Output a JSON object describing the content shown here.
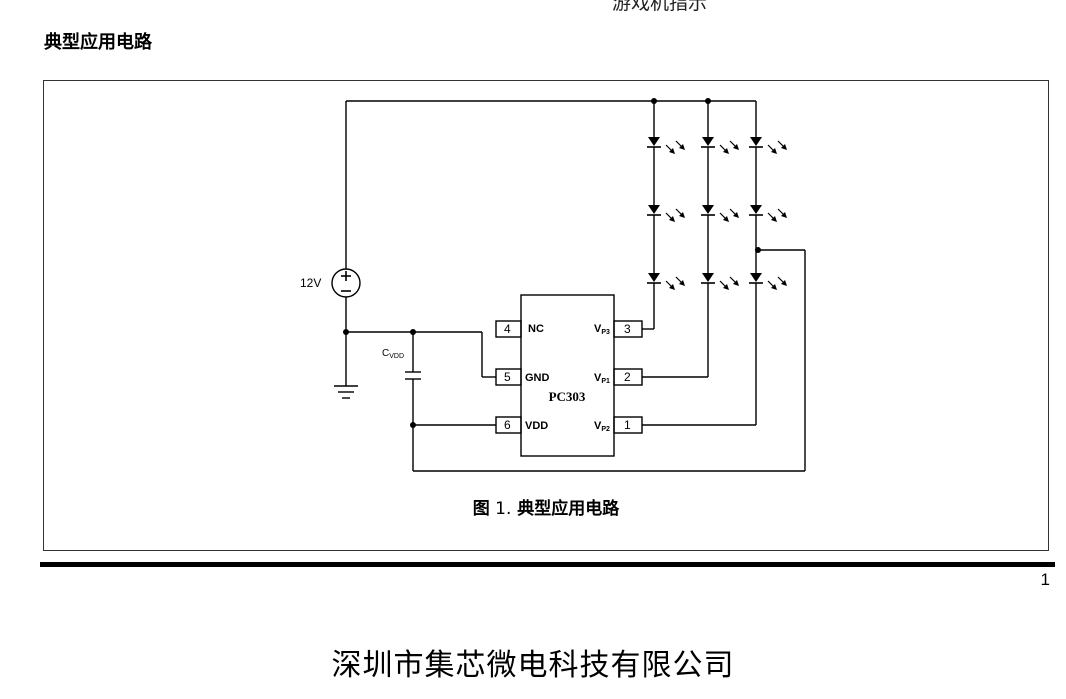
{
  "header": {
    "clipped_title": "游戏机指示"
  },
  "section": {
    "title": "典型应用电路"
  },
  "circuit": {
    "supply_label": "12V",
    "cap_label_main": "C",
    "cap_label_sub": "VDD",
    "chip_name": "PC303",
    "pins_left": [
      {
        "num": "4",
        "label": "NC"
      },
      {
        "num": "5",
        "label": "GND"
      },
      {
        "num": "6",
        "label": "VDD"
      }
    ],
    "pins_right": [
      {
        "num": "3",
        "label_main": "V",
        "label_sub": "P3"
      },
      {
        "num": "2",
        "label_main": "V",
        "label_sub": "P1"
      },
      {
        "num": "1",
        "label_main": "V",
        "label_sub": "P2"
      }
    ]
  },
  "figure": {
    "caption_prefix": "图",
    "caption_num": " 1.",
    "caption_text": " 典型应用电路"
  },
  "footer": {
    "page_number": "1",
    "company": "深圳市集芯微电科技有限公司"
  }
}
